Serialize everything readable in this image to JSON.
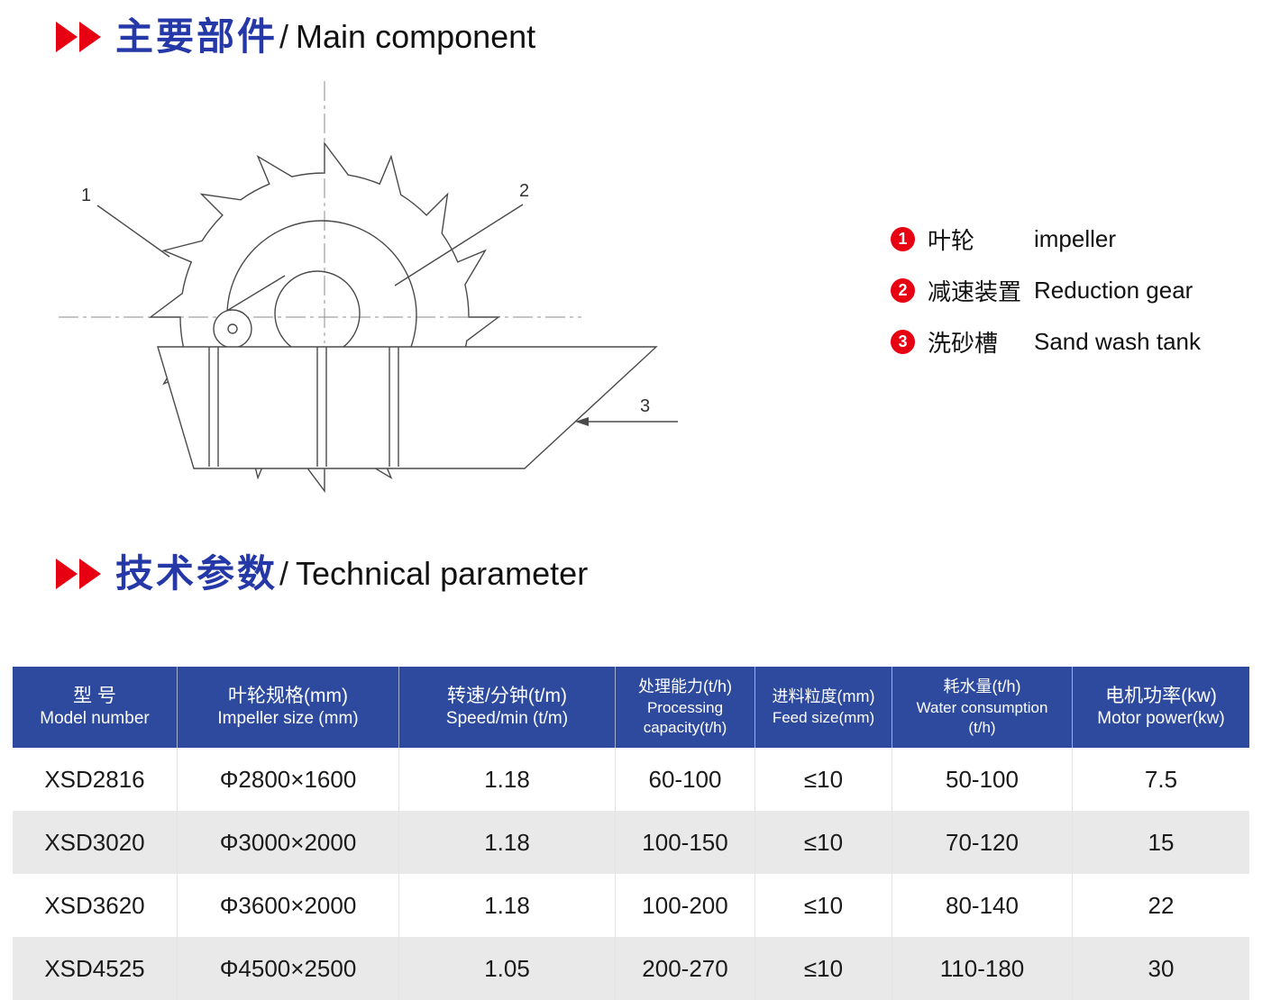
{
  "headings": {
    "main": {
      "zh": "主要部件",
      "sep": "/",
      "en": "Main component"
    },
    "tech": {
      "zh": "技术参数",
      "sep": "/",
      "en": "Technical parameter"
    }
  },
  "colors": {
    "accent_red": "#e60012",
    "heading_blue": "#2438a8",
    "table_header_bg": "#2d4a9e",
    "row_alt_bg": "#e9e9e9"
  },
  "diagram": {
    "callout_1": "1",
    "callout_2": "2",
    "callout_3": "3"
  },
  "legend": {
    "items": [
      {
        "num": "1",
        "zh": "叶轮",
        "en": "impeller"
      },
      {
        "num": "2",
        "zh": "减速装置",
        "en": "Reduction gear"
      },
      {
        "num": "3",
        "zh": "洗砂槽",
        "en": "Sand wash tank"
      }
    ]
  },
  "table": {
    "columns": [
      {
        "l1": "型 号",
        "l2": "Model number"
      },
      {
        "l1": "叶轮规格(mm)",
        "l2": "Impeller size (mm)"
      },
      {
        "l1": "转速/分钟(t/m)",
        "l2": "Speed/min (t/m)"
      },
      {
        "l1": "处理能力(t/h)",
        "l2": "Processing",
        "l3": "capacity(t/h)"
      },
      {
        "l1": "进料粒度(mm)",
        "l2": "Feed size(mm)"
      },
      {
        "l1": "耗水量(t/h)",
        "l2": "Water consumption",
        "l3": "(t/h)"
      },
      {
        "l1": "电机功率(kw)",
        "l2": "Motor power(kw)"
      }
    ],
    "rows": [
      {
        "cells": [
          "XSD2816",
          "Φ2800×1600",
          "1.18",
          "60-100",
          "≤10",
          "50-100",
          "7.5"
        ]
      },
      {
        "cells": [
          "XSD3020",
          "Φ3000×2000",
          "1.18",
          "100-150",
          "≤10",
          "70-120",
          "15"
        ]
      },
      {
        "cells": [
          "XSD3620",
          "Φ3600×2000",
          "1.18",
          "100-200",
          "≤10",
          "80-140",
          "22"
        ]
      },
      {
        "cells": [
          "XSD4525",
          "Φ4500×2500",
          "1.05",
          "200-270",
          "≤10",
          "110-180",
          "30"
        ]
      }
    ]
  }
}
